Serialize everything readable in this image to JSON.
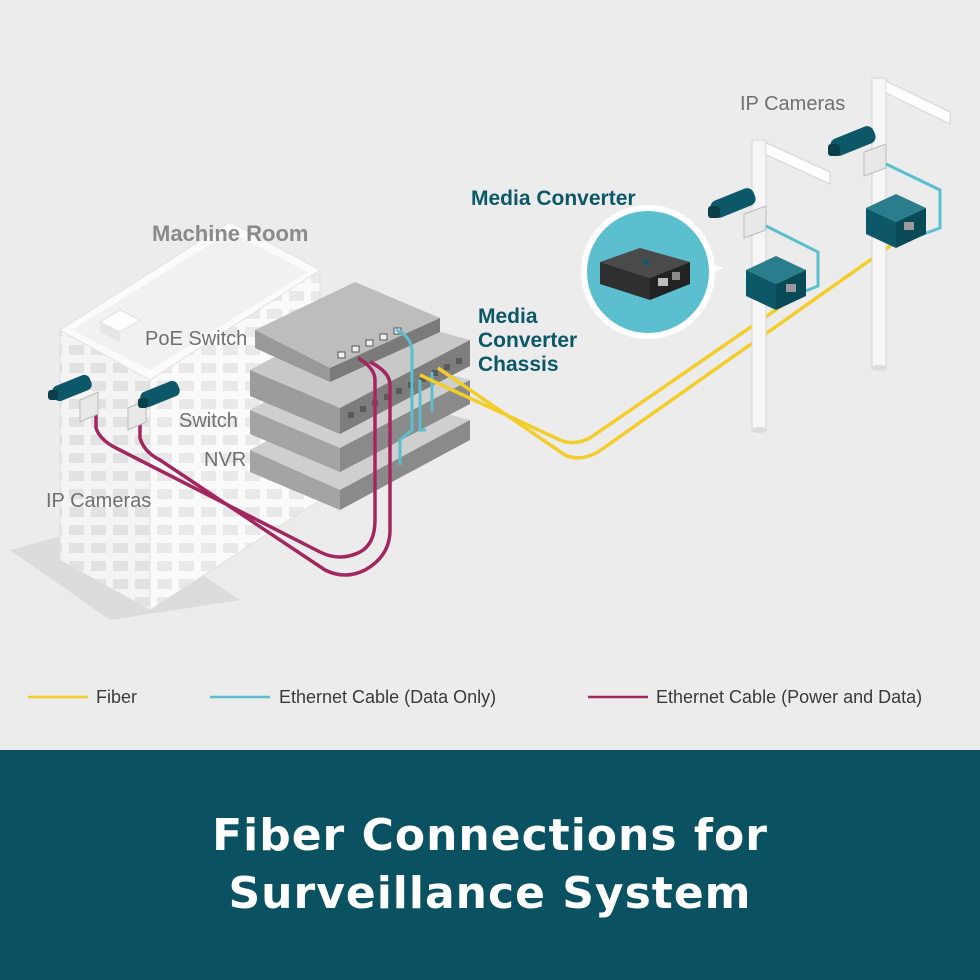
{
  "labels": {
    "machine_room": "Machine Room",
    "poe_switch": "PoE Switch",
    "switch": "Switch",
    "nvr": "NVR",
    "ip_cameras_left": "IP Cameras",
    "ip_cameras_right": "IP Cameras",
    "media_converter": "Media Converter",
    "chassis_line1": "Media",
    "chassis_line2": "Converter",
    "chassis_line3": "Chassis"
  },
  "legend": [
    {
      "label": "Fiber",
      "color": "#f2cd2b"
    },
    {
      "label": "Ethernet Cable (Data Only)",
      "color": "#5bbfd0"
    },
    {
      "label": "Ethernet Cable (Power and Data)",
      "color": "#a3275f"
    }
  ],
  "banner": {
    "line1": "Fiber Connections for",
    "line2": "Surveillance System"
  },
  "colors": {
    "teal_dark": "#0c5868",
    "banner_bg": "#0a5261",
    "device_gray": "#7d7d7d",
    "building_white": "#f7f7f7"
  }
}
